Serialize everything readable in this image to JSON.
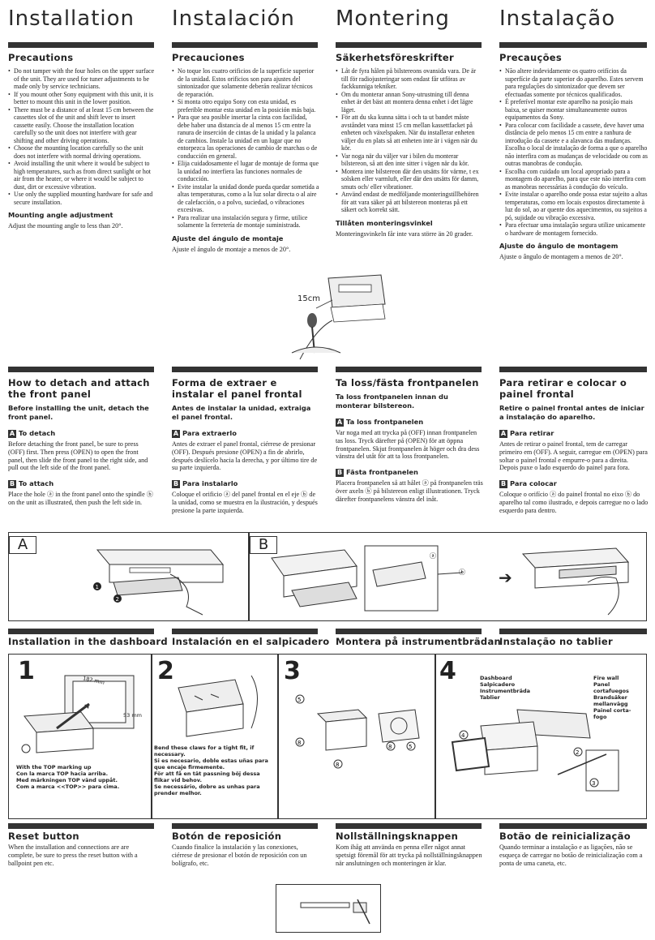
{
  "titles": [
    "Installation",
    "Instalación",
    "Montering",
    "Instalação"
  ],
  "precautions": [
    {
      "heading": "Precautions",
      "items": [
        "Do not tamper with the four holes on the upper surface of the unit. They are used for tuner adjustments to be made only by service technicians.",
        "If you mount other Sony equipment with this unit, it is better to mount this unit in the lower position.",
        "There must be a distance of at least 15 cm between the cassettes slot of the unit and shift lever to insert cassette easily. Choose the installation location carefully so the unit does not interfere with gear shifting and other driving operations.",
        "Choose the mounting location carefully so the unit does not interfere with normal driving operations.",
        "Avoid installing the unit where it would be subject to high temperatures, such as from direct sunlight or hot air from the heater, or where it would be subject to dust, dirt or excessive vibration.",
        "Use only the supplied mounting hardware for safe and secure installation."
      ],
      "sub_heading": "Mounting angle adjustment",
      "sub_text": "Adjust the mounting angle to less than 20°."
    },
    {
      "heading": "Precauciones",
      "items": [
        "No toque los cuatro orificios de la superficie superior de la unidad. Estos orificios son para ajustes del sintonizador que solamente deberán realizar técnicos de reparación.",
        "Si monta otro equipo Sony con esta unidad, es preferible montar esta unidad en la posición más baja.",
        "Para que sea posible insertar la cinta con facilidad, debe haber una distancia de al menos 15 cm entre la ranura de inserción de cintas de la unidad y la palanca de cambios. Instale la unidad en un lugar que no entorpezca las operaciones de cambio de marchas o de conducción en general.",
        "Elija cuidadosamente el lugar de montaje de forma que la unidad no interfiera las funciones normales de conducción.",
        "Evite instalar la unidad donde pueda quedar sometida a altas temperaturas, como a la luz solar directa o al aire de calefacción, o a polvo, suciedad, o vibraciones excesivas.",
        "Para realizar una instalación segura y firme, utilice solamente la ferretería de montaje suministrada."
      ],
      "sub_heading": "Ajuste del ángulo de montaje",
      "sub_text": "Ajuste el ángulo de montaje a menos de 20°."
    },
    {
      "heading": "Säkerhetsföreskrifter",
      "items": [
        "Låt de fyra hålen på bilstereons ovansida vara. De är till för radiojusteringar som endast får utföras av fackkunniga tekniker.",
        "Om du monterar annan Sony-utrustning till denna enhet är det bäst att montera denna enhet i det lägre läget.",
        "För att du ska kunna sätta i och ta ut bandet måste avståndet vara minst 15 cm mellan kassettfacket på enheten och växelspaken. När du installerar enheten väljer du en plats så att enheten inte är i vägen när du kör.",
        "Var noga när du väljer var i bilen du monterar bilstereon, så att den inte sitter i vägen när du kör.",
        "Montera inte bilstereon där den utsätts för värme, t ex solsken eller varmluft, eller där den utsätts för damm, smuts och/ eller vibrationer.",
        "Använd endast de medföljande monteringstillbehören för att vara säker på att bilstereon monteras på ett säkert och korrekt sätt."
      ],
      "sub_heading": "Tillåten monteringsvinkel",
      "sub_text": "Monteringsvinkeln får inte vara större än 20 grader."
    },
    {
      "heading": "Precauções",
      "items": [
        "Não altere indevidamente os quatro orifícios da superfície da parte superior do aparelho. Estes servem para regulações do sintonizador que devem ser efectuadas somente por técnicos qualificados.",
        "É preferível montar este aparelho na posição mais baixa, se quiser montar simultaneamente outros equipamentos da Sony.",
        "Para colocar com facilidade a cassete, deve haver uma distância de pelo menos 15 cm entre a ranhura de introdução da cassete e a alavanca das mudanças. Escolha o local de instalação de forma a que o aparelho não interfira com as mudanças de velocidade ou com as outras manobras de condução.",
        "Escolha com cuidado um local apropriado para a montagem do aparelho, para que este não interfira com as manobras necessárias à condução do veículo.",
        "Evite instalar o aparelho onde possa estar sujeito a altas temperaturas, como em locais expostos directamente à luz do sol, ao ar quente dos aquecimentos, ou sujeitos a pó, sujidade ou vibração excessiva.",
        "Para efectuar uma instalação segura utilize unicamente o hardware de montagem fornecido."
      ],
      "sub_heading": "Ajuste do ângulo de montagem",
      "sub_text": "Ajuste o ângulo de montagem a menos de 20°."
    }
  ],
  "angle_label": "15cm",
  "detach": [
    {
      "heading": "How to detach and attach the front panel",
      "intro": "Before installing the unit, detach the front panel.",
      "a_heading": "To detach",
      "a_text": "Before detaching the front panel, be sure to press (OFF) first. Then press (OPEN) to open the front panel, then slide the front panel to the right side, and pull out the left side of the front panel.",
      "b_heading": "To attach",
      "b_text": "Place the hole ⓐ in the front panel onto the spindle ⓑ on the unit as illustrated, then push the left side in."
    },
    {
      "heading": "Forma de extraer e instalar el panel frontal",
      "intro": "Antes de instalar la unidad, extraiga el panel frontal.",
      "a_heading": "Para extraerlo",
      "a_text": "Antes de extraer el panel frontal, ciérrese de presionar (OFF). Después presione (OPEN) a fin de abrirlo, después deslícelo hacia la derecha, y por último tire de su parte izquierda.",
      "b_heading": "Para instalarlo",
      "b_text": "Coloque el orificio ⓐ del panel frontal en el eje ⓑ de la unidad, como se muestra en la ilustración, y después presione la parte izquierda."
    },
    {
      "heading": "Ta loss/fästa frontpanelen",
      "intro": "Ta loss frontpanelen innan du monterar bilstereon.",
      "a_heading": "Ta loss frontpanelen",
      "a_text": "Var noga med att trycka på (OFF) innan frontpanelen tas loss. Tryck därefter på (OPEN) för att öppna frontpanelen. Skjut frontpanelen åt höger och dra dess vänstra del utåt för att ta loss frontpanelen.",
      "b_heading": "Fästa frontpanelen",
      "b_text": "Placera frontpanelen så att hålet ⓐ på frontpanelen träs över axeln ⓑ på bilstereon enligt illustrationen. Tryck därefter frontpanelens vänstra del inåt."
    },
    {
      "heading": "Para retirar e colocar o painel frontal",
      "intro": "Retire o painel frontal antes de iniciar a instalação do aparelho.",
      "a_heading": "Para retirar",
      "a_text": "Antes de retirar o painel frontal, tem de carregar primeiro em (OFF). A seguir, carregue em (OPEN) para soltar o painel frontal e empurre-o para a direita. Depois puxe o lado esquerdo do painel para fora.",
      "b_heading": "Para colocar",
      "b_text": "Coloque o orifício ⓐ do painel frontal no eixo ⓑ do aparelho tal como ilustrado, e depois carregue no o lado esquerdo para dentro."
    }
  ],
  "fig_labels": {
    "a": "A",
    "b": "B"
  },
  "dashboard_headings": [
    "Installation in the dashboard",
    "Instalación en el salpicadero",
    "Montera på instrumentbrädan",
    "Instalação no tablier"
  ],
  "steps": [
    "1",
    "2",
    "3",
    "4"
  ],
  "dims": {
    "w": "182 mm",
    "h": "53 mm"
  },
  "top_note": [
    "With the TOP marking up",
    "Con la marca TOP hacia arriba.",
    "Med märkningen TOP vänd uppåt.",
    "Com a marca <<TOP>> para cima."
  ],
  "claw_note": [
    "Bend these claws for a tight fit, if necessary.",
    "Si es necesario, doble estas uñas para que encaje firmemente.",
    "För att få en tät passning böj dessa flikar vid behov.",
    "Se necessário, dobre as unhas para prender melhor."
  ],
  "dash_labels": [
    "Dashboard",
    "Salpicadero",
    "Instrumentbräda",
    "Tablier"
  ],
  "fire_labels": [
    "Fire wall",
    "Panel cortafuegos",
    "Brandsäker mellanvägg",
    "Painel corta-fogo"
  ],
  "reset": [
    {
      "heading": "Reset button",
      "text": "When the installation and connections are are complete, be sure to press the reset button with a ballpoint pen etc."
    },
    {
      "heading": "Botón de reposición",
      "text": "Cuando finalice la instalación y las conexiones, ciérrese de presionar el botón de reposición con un bolígrafo, etc."
    },
    {
      "heading": "Nollställningsknappen",
      "text": "Kom ihåg att använda en penna eller något annat spetsigt föremål för att trycka på nollställningsknappen när anslutningen och monteringen är klar."
    },
    {
      "heading": "Botão de reinicialização",
      "text": "Quando terminar a instalação e as ligações, não se esqueça de carregar no botão de reinicialização com a ponta de uma caneta, etc."
    }
  ]
}
